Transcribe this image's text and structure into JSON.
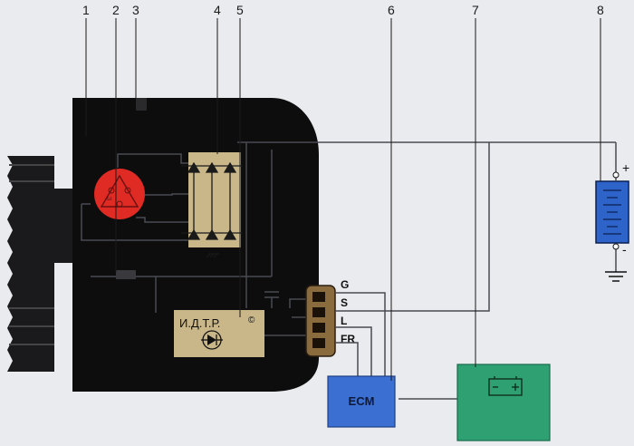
{
  "callouts": [
    "1",
    "2",
    "3",
    "4",
    "5",
    "6",
    "7",
    "8"
  ],
  "regulator_label": "И.Д.Т.Р.",
  "copyright_mark": "©",
  "connector_terminals": [
    "G",
    "S",
    "L",
    "FR"
  ],
  "ecm_label": "ECM",
  "battery_plus": "+",
  "battery_minus": "-",
  "colors": {
    "background": "#e9ebee",
    "alternator_body": "#0d0d0e",
    "wire": "#4a4a52",
    "stator": "#e02a24",
    "rectifier": "#c9b78a",
    "regulator": "#c9b78a",
    "connector": "#8a6b3e",
    "ecm": "#3b6fd1",
    "load_box": "#2fa072",
    "battery": "#2e63c9"
  },
  "icons": {
    "diode": "diode-icon",
    "battery_symbol": "battery-icon",
    "ground": "ground-icon",
    "stator": "stator-icon"
  }
}
